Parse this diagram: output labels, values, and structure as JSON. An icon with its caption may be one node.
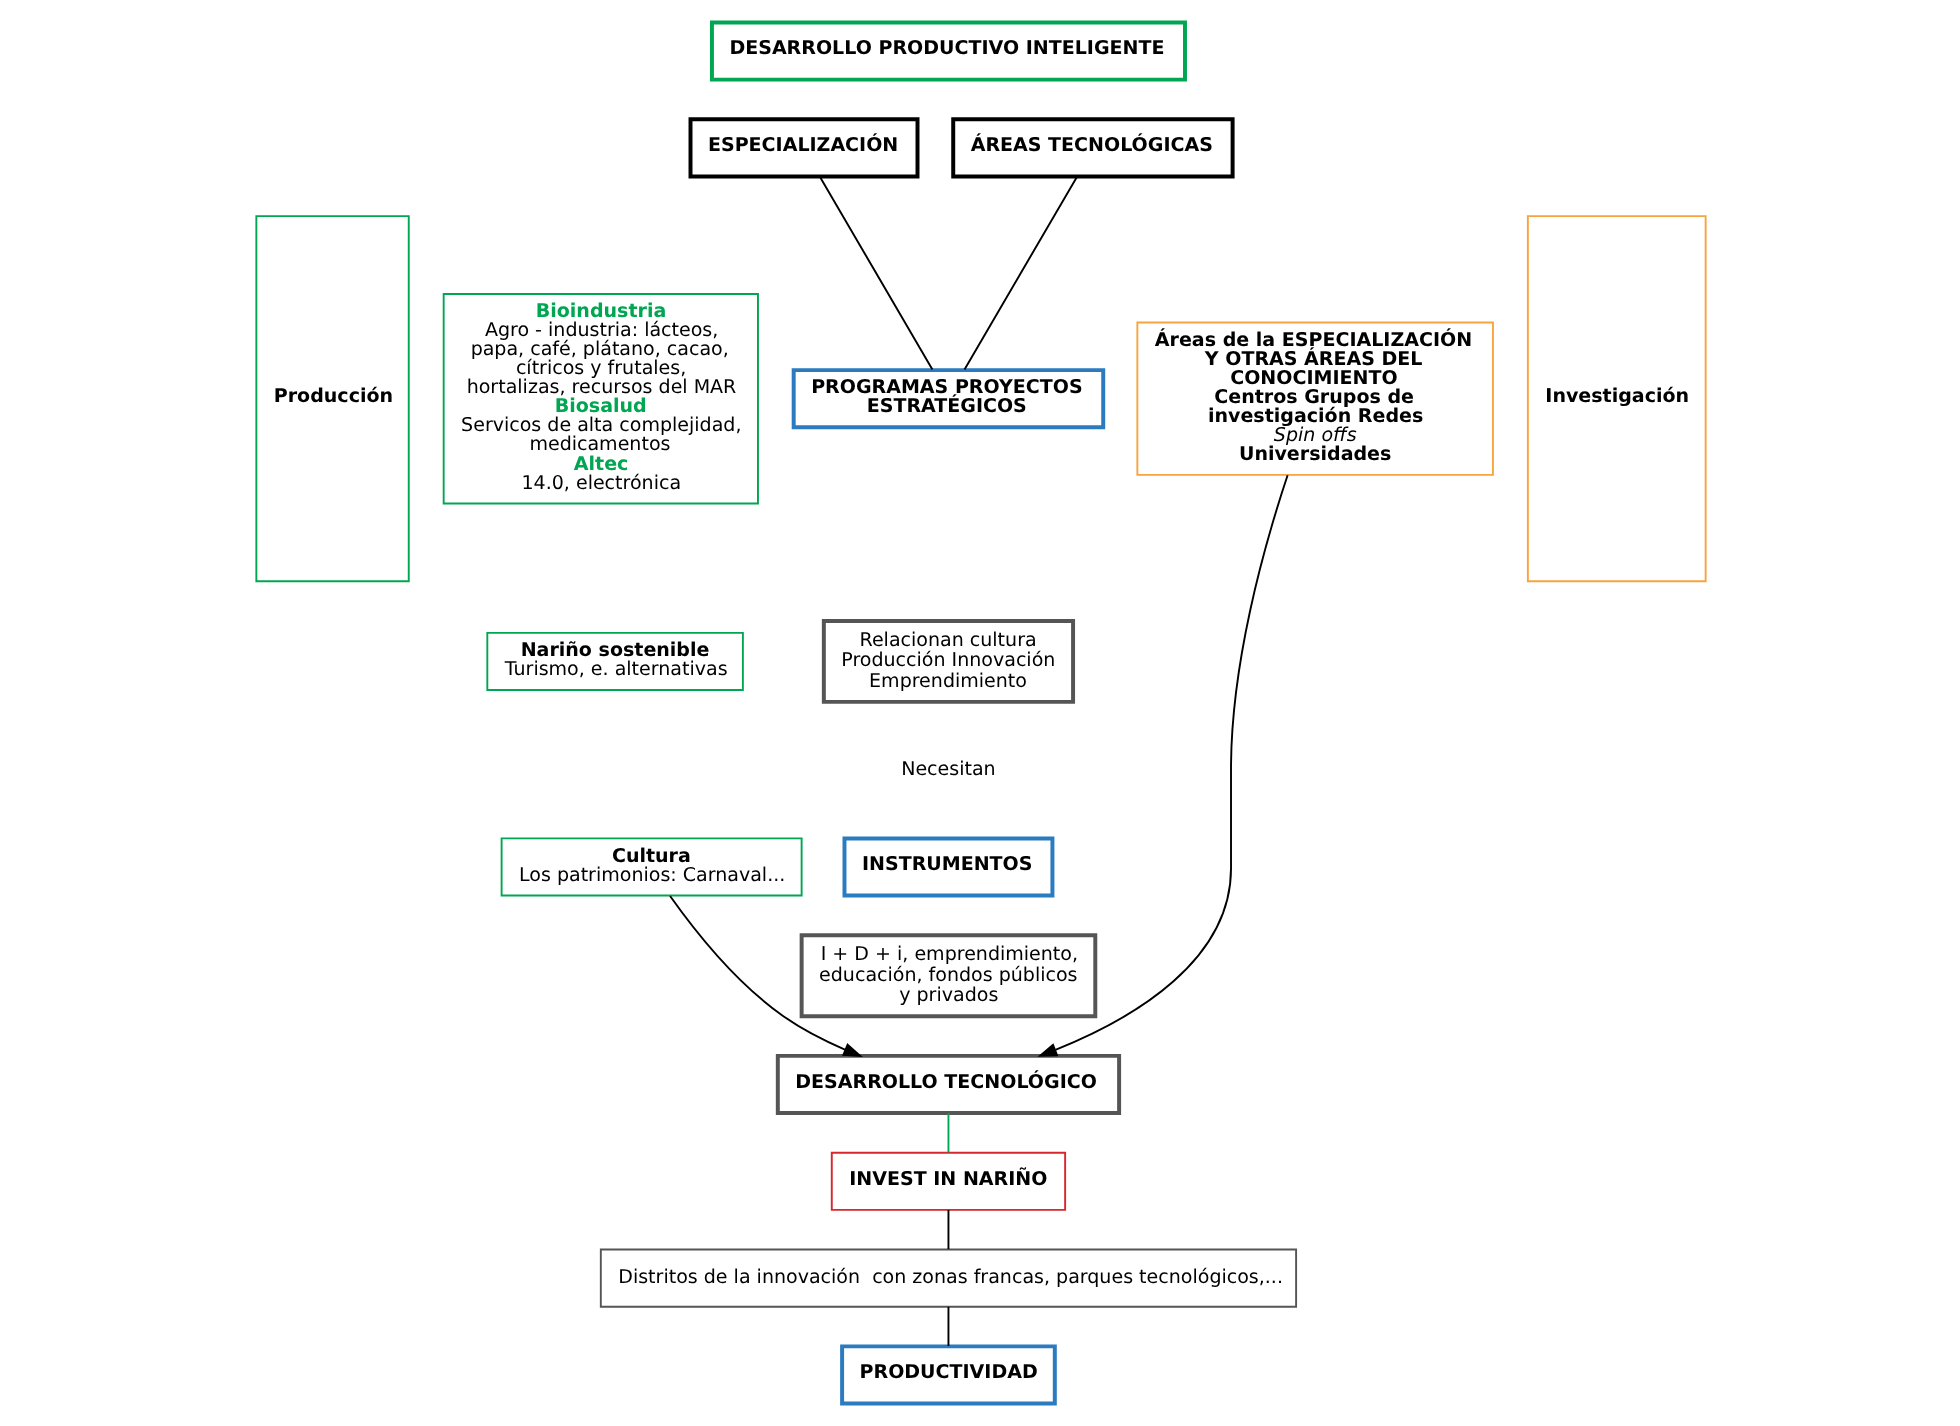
{
  "diagram": {
    "nodes": [
      {
        "text": [
          "DESARROLLO PRODUCTIVO INTELIGENTE"
        ]
      },
      {
        "text": [
          "ESPECIALIZACIÓN"
        ]
      },
      {
        "text": [
          "ÁREAS TECNOLÓGICAS"
        ]
      },
      {
        "text": [
          "Producción"
        ]
      },
      {
        "text": [
          "Bioindustria",
          "Agro - industria: lácteos, papa, café, plátano, cacao, cítricos y frutales, hortalizas, recursos del MAR",
          "Biosalud",
          "Servicos de alta complejidad, medicamentos",
          "Altec",
          "14.0, electrónica"
        ]
      },
      {
        "text": [
          "Nariño sostenible",
          "Turismo, e. alternativas"
        ]
      },
      {
        "text": [
          "Cultura",
          "Los patrimonios: Carnaval..."
        ]
      },
      {
        "text": [
          "PROGRAMAS PROYECTOS ESTRATÉGICOS"
        ]
      },
      {
        "text": [
          "Relacionan cultura Producción Innovación Emprendimiento"
        ]
      },
      {
        "text": [
          "INSTRUMENTOS"
        ]
      },
      {
        "text": [
          "I + D + i, emprendimiento, educación, fondos públicos y privados"
        ]
      },
      {
        "text": [
          "Áreas de la ESPECIALIZACIÓN Y OTRAS ÁREAS DEL CONOCIMIENTO",
          "Centros Grupos de investigación Redes",
          "Spin offs",
          "Universidades"
        ]
      },
      {
        "text": [
          "Investigación"
        ]
      },
      {
        "text": [
          "DESARROLLO TECNOLÓGICO"
        ]
      },
      {
        "text": [
          "INVEST IN NARIÑO"
        ]
      },
      {
        "text": [
          "Distritos de la innovación  con zonas francas, parques tecnológicos,..."
        ]
      },
      {
        "text": [
          "PRODUCTIVIDAD"
        ]
      }
    ],
    "edges": [
      {
        "from": 1,
        "to": 7,
        "arrow": "none"
      },
      {
        "from": 2,
        "to": 7,
        "arrow": "none"
      },
      {
        "from": 6,
        "to": 13,
        "arrow": "to"
      },
      {
        "from": 11,
        "to": 13,
        "arrow": "to"
      },
      {
        "from": 13,
        "to": 14,
        "arrow": "none",
        "color": "#00a651"
      },
      {
        "from": 14,
        "to": 15,
        "arrow": "none"
      },
      {
        "from": 15,
        "to": 16,
        "arrow": "none"
      }
    ],
    "labels": [
      "Necesitan"
    ]
  }
}
